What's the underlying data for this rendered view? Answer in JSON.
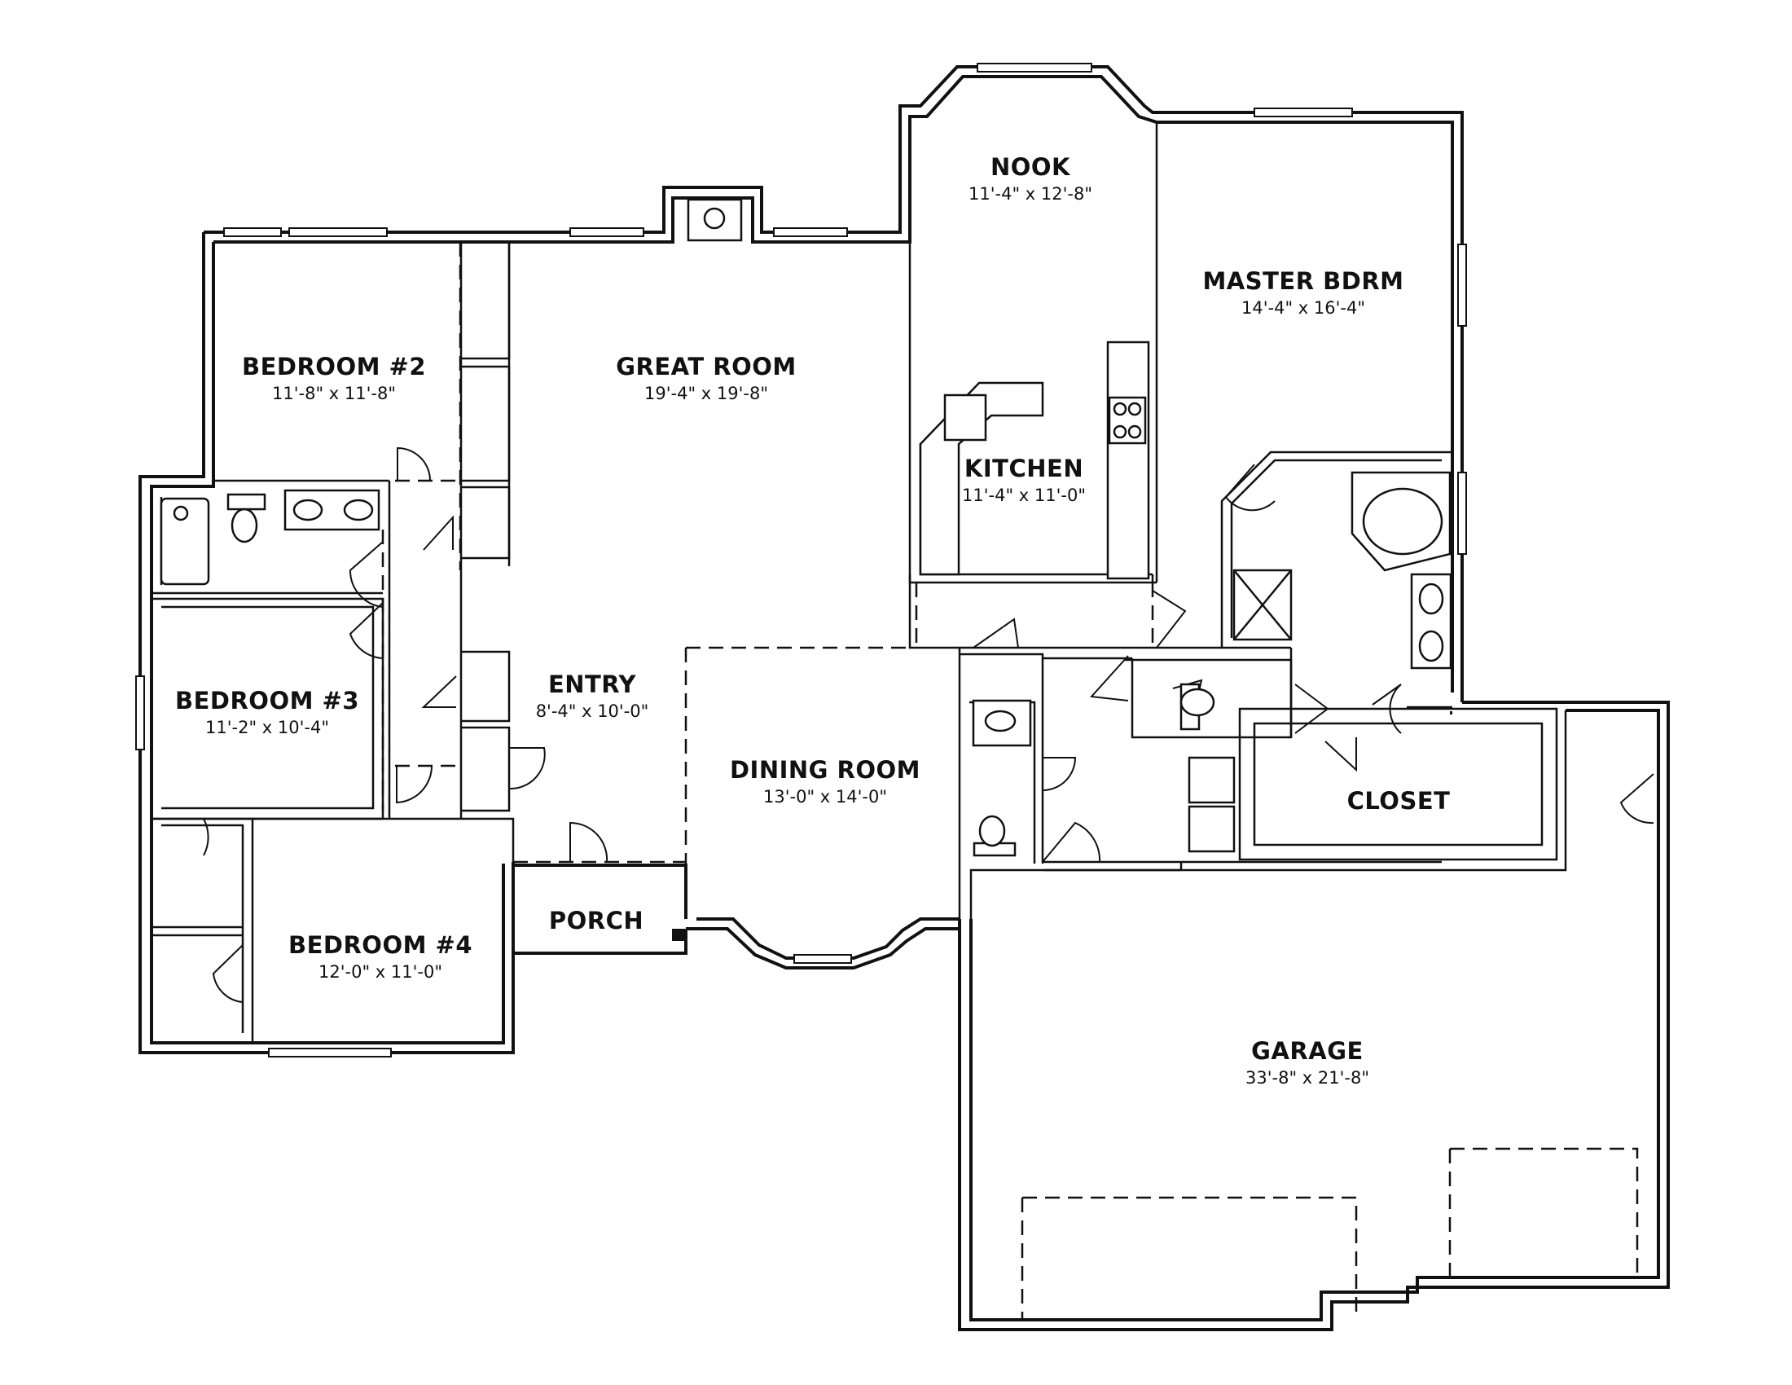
{
  "rooms": {
    "nook": {
      "name": "NOOK",
      "dim": "11'-4\" x 12'-8\""
    },
    "master": {
      "name": "MASTER BDRM",
      "dim": "14'-4\" x 16'-4\""
    },
    "bedroom2": {
      "name": "BEDROOM #2",
      "dim": "11'-8\" x 11'-8\""
    },
    "great_room": {
      "name": "GREAT ROOM",
      "dim": "19'-4\" x 19'-8\""
    },
    "kitchen": {
      "name": "KITCHEN",
      "dim": "11'-4\" x 11'-0\""
    },
    "bedroom3": {
      "name": "BEDROOM #3",
      "dim": "11'-2\" x 10'-4\""
    },
    "entry": {
      "name": "ENTRY",
      "dim": "8'-4\" x 10'-0\""
    },
    "dining_room": {
      "name": "DINING ROOM",
      "dim": "13'-0\" x 14'-0\""
    },
    "closet": {
      "name": "CLOSET"
    },
    "porch": {
      "name": "PORCH"
    },
    "bedroom4": {
      "name": "BEDROOM #4",
      "dim": "12'-0\" x 11'-0\""
    },
    "garage": {
      "name": "GARAGE",
      "dim": "33'-8\" x 21'-8\""
    }
  }
}
